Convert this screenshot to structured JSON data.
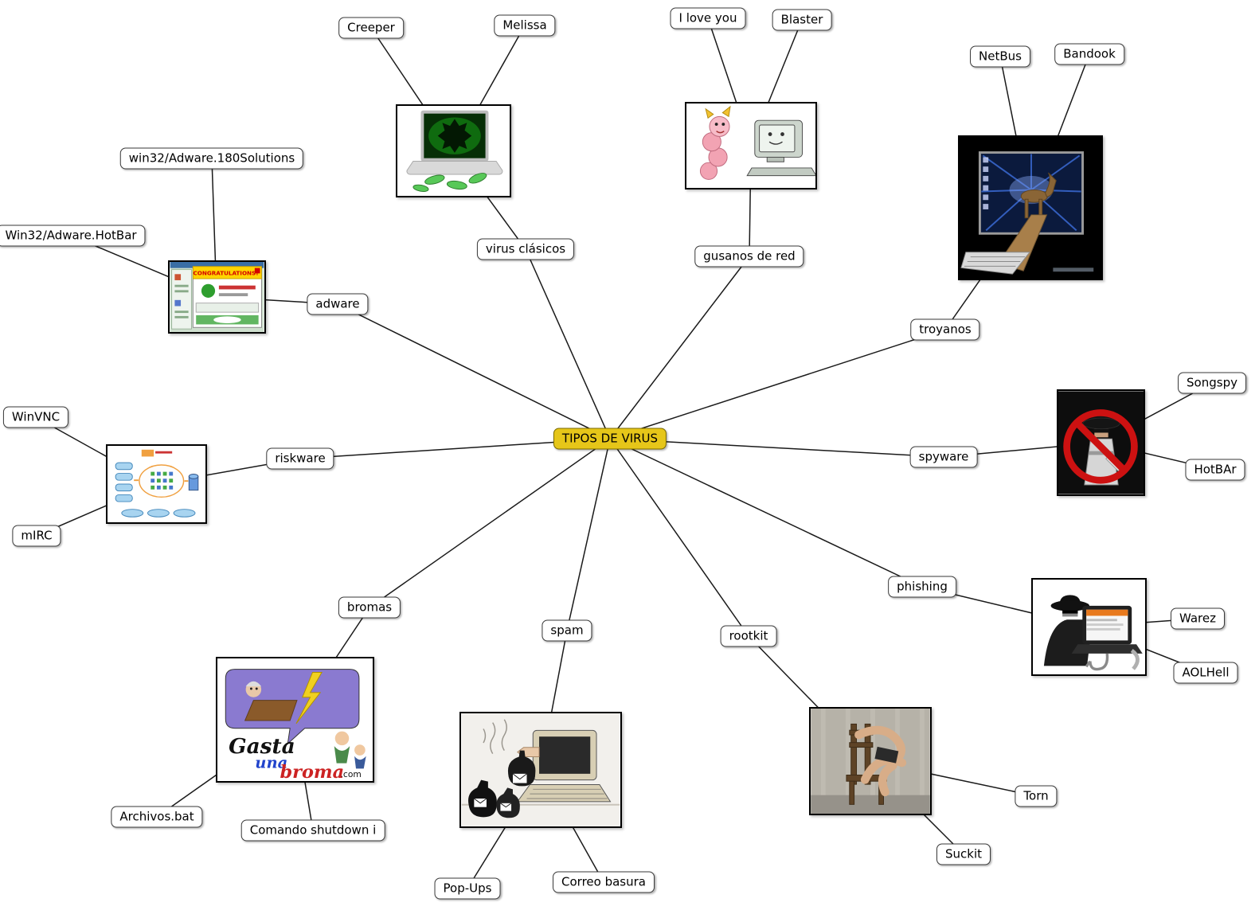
{
  "map": {
    "center": "TIPOS DE VIRUS"
  },
  "nodes": {
    "virus_clasicos": "virus clásicos",
    "creeper": "Creeper",
    "melissa": "Melissa",
    "gusanos_de_red": "gusanos de red",
    "i_love_you": "I love you",
    "blaster": "Blaster",
    "troyanos": "troyanos",
    "netbus": "NetBus",
    "bandook": "Bandook",
    "adware": "adware",
    "adware_180solutions": "win32/Adware.180Solutions",
    "adware_hotbar": "Win32/Adware.HotBar",
    "riskware": "riskware",
    "winvnc": "WinVNC",
    "mirc": "mIRC",
    "spyware": "spyware",
    "songspy": "Songspy",
    "hotbar": "HotBAr",
    "phishing": "phishing",
    "warez": "Warez",
    "aolhell": "AOLHell",
    "bromas": "bromas",
    "archivos_bat": "Archivos.bat",
    "comando_shutdown": "Comando shutdown i",
    "spam": "spam",
    "pop_ups": "Pop-Ups",
    "correo_basura": "Correo basura",
    "rootkit": "rootkit",
    "torn": "Torn",
    "suckit": "Suckit"
  },
  "images": {
    "adware_banner_text": "CONGRATULATIONS!",
    "bromas_text_1": "Gasta",
    "bromas_text_2": "una",
    "bromas_text_3": "broma",
    "bromas_text_4": ".com"
  },
  "colors": {
    "center_bg": "#e6c619",
    "center_border": "#7a6a00",
    "node_border": "#3a3a3a",
    "line": "#1a1a1a"
  }
}
